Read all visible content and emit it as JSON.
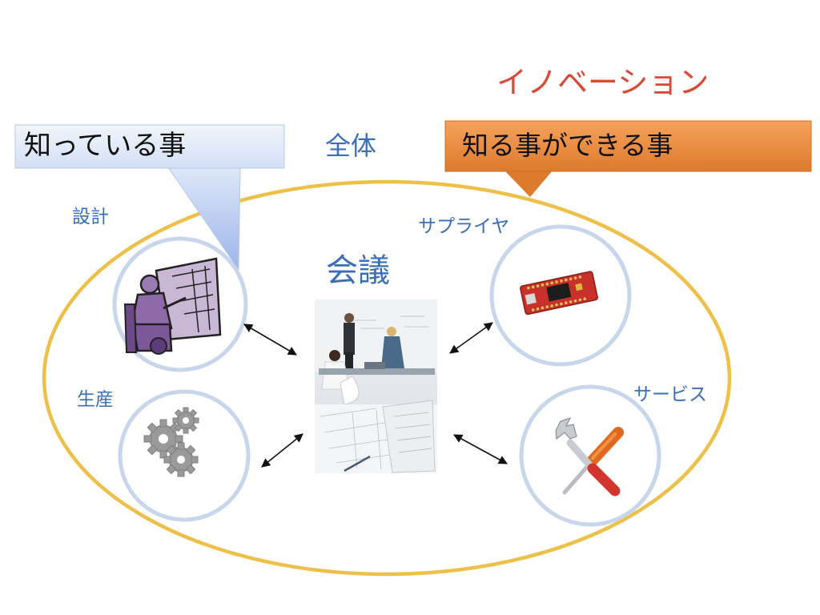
{
  "slide": {
    "innovation": "イノベーション",
    "whole": "全体",
    "meeting": "会議"
  },
  "callouts": {
    "known": "知っている事",
    "knowable": "知る事ができる事"
  },
  "nodes": {
    "design": "設計",
    "production": "生産",
    "supplier": "サプライヤ",
    "service": "サービス"
  },
  "colors": {
    "title_red": "#d84a35",
    "label_blue": "#3a6fb8",
    "ellipse_gold": "#edc04a",
    "circle_blue": "#c8d6eb",
    "callout_left_fill": "#e6eefb",
    "callout_right_fill": "#ee8f3c"
  },
  "icons": {
    "design": "drafter-at-board-icon",
    "production": "gears-icon",
    "supplier": "circuit-board-icon",
    "service": "wrench-screwdriver-icon",
    "meeting": "meeting-photo"
  }
}
